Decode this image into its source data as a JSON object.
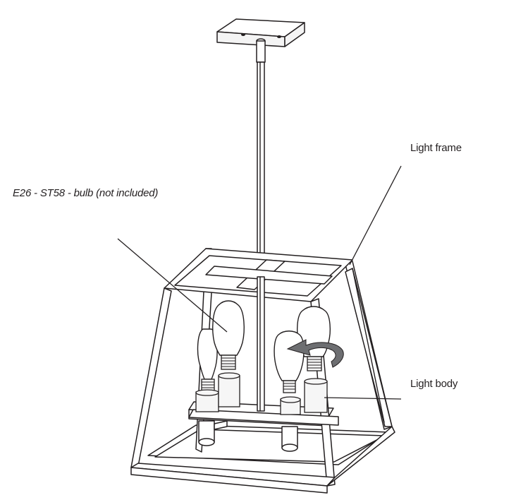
{
  "labels": {
    "light_frame": "Light frame",
    "bulb": "E26 - ST58 - bulb (not included)",
    "light_body": "Light body"
  },
  "colors": {
    "line": "#231f20",
    "arrow": "#6d6e71",
    "background": "#ffffff"
  },
  "icons": {
    "rotation_arrow": "curved-rotate-arrow-icon"
  }
}
